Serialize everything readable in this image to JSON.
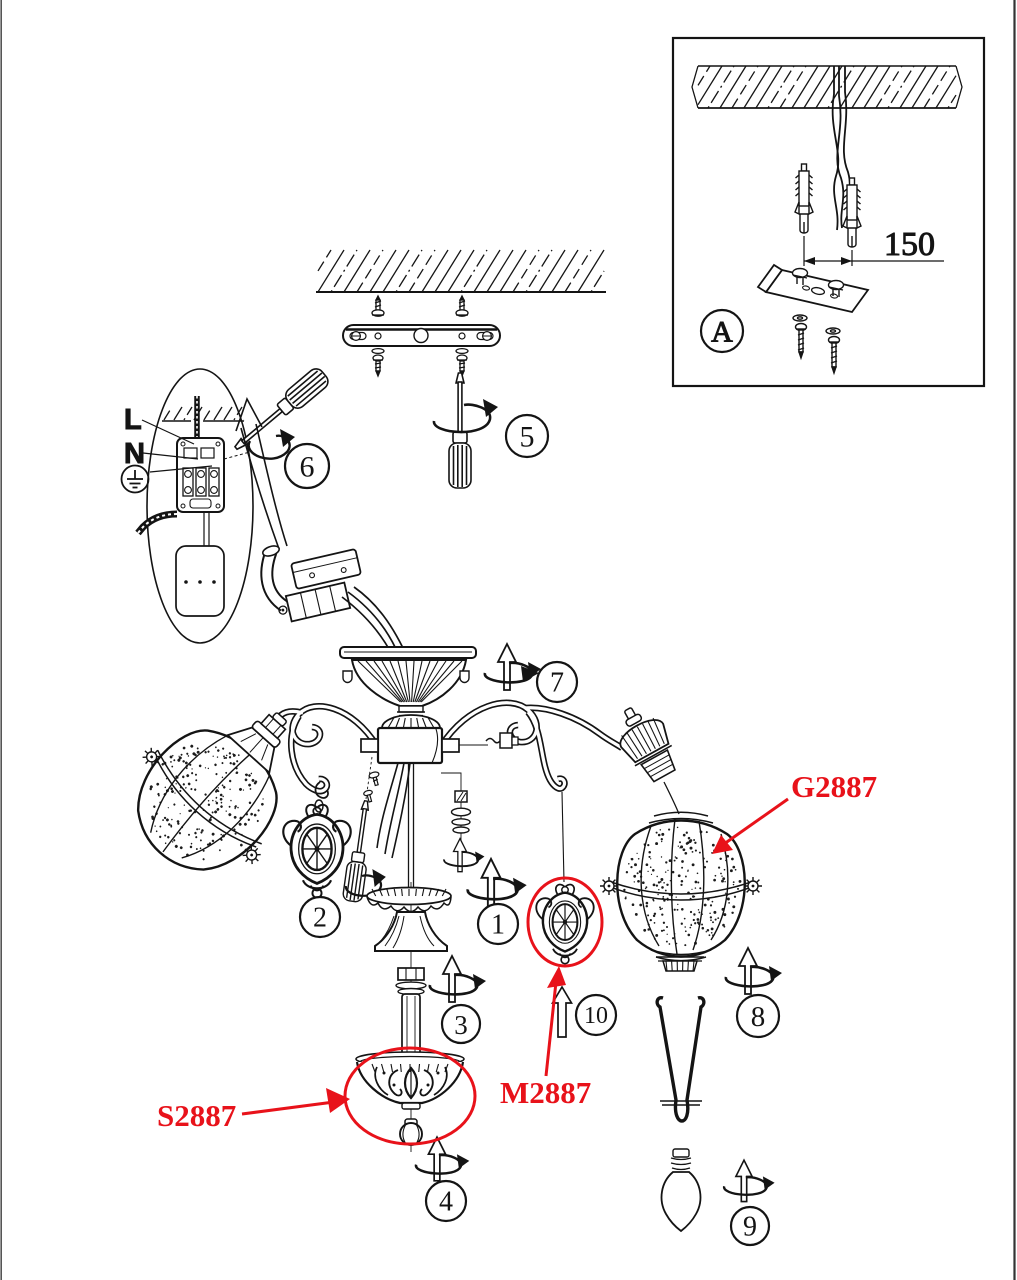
{
  "page": {
    "description": "Exploded assembly and installation diagram for a three-arm ceiling chandelier",
    "background": "#ffffff",
    "line_color": "#141414",
    "annotation_color": "#e8121a"
  },
  "inset": {
    "balloon": "A",
    "dimension": "150"
  },
  "wiring": {
    "live": "L",
    "neutral": "N"
  },
  "steps": [
    "1",
    "2",
    "3",
    "4",
    "5",
    "6",
    "7",
    "8",
    "9",
    "10"
  ],
  "parts": {
    "glass_shade": "G2887",
    "center_pendant": "M2887",
    "bottom_bowl": "S2887"
  }
}
